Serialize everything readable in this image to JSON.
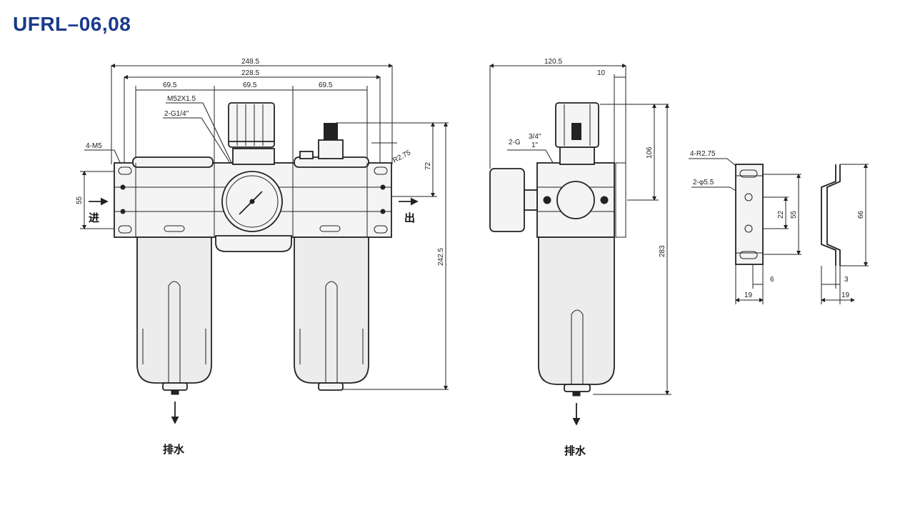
{
  "title": "UFRL–06,08",
  "colors": {
    "title": "#1a3a8a",
    "line": "#222222",
    "background": "#ffffff"
  },
  "front_view": {
    "dims": {
      "overall_width": "248.5",
      "mount_span": "228.5",
      "unit_left": "69.5",
      "unit_mid": "69.5",
      "unit_right": "69.5",
      "height_upper": "72",
      "height_total": "242.5",
      "port_height": "55"
    },
    "labels": {
      "mount_thread": "4-M5",
      "gauge_thread": "M52X1.5",
      "gauge_port": "2-G1/4\"",
      "radius": "R2.75",
      "inlet": "进",
      "outlet": "出",
      "drain": "排水"
    }
  },
  "side_view": {
    "dims": {
      "depth": "120.5",
      "offset": "10",
      "height_upper": "106",
      "height_total": "283"
    },
    "labels": {
      "port_thread": "2-G",
      "port_size_a": "3/4\"",
      "port_size_b": "1\"",
      "drain": "排水"
    }
  },
  "bracket_view": {
    "labels": {
      "slot_radius": "4-R2.75",
      "hole_dia": "2-φ5.5"
    },
    "dims": {
      "hole_spacing": "22",
      "height_inner": "55",
      "width_a": "19",
      "thickness_a": "6",
      "height_outer": "66",
      "thickness_b": "3",
      "width_b": "19"
    }
  }
}
